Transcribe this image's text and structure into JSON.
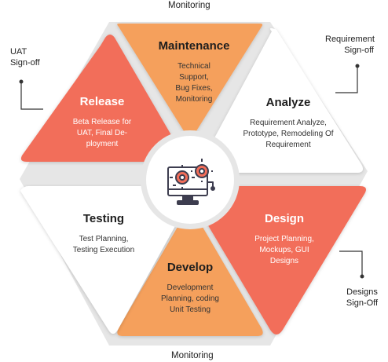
{
  "labels": {
    "monitoring_top": "Monitoring",
    "monitoring_bottom": "Monitoring",
    "uat_signoff": "UAT\nSign-off",
    "requirement_signoff": "Requirement\nSign-off",
    "designs_signoff": "Designs\nSign-Off"
  },
  "phases": {
    "maintenance": {
      "title": "Maintenance",
      "desc": "Technical\nSupport,\nBug Fixes,\nMonitoring"
    },
    "analyze": {
      "title": "Analyze",
      "desc": "Requirement Analyze,\nPrototype, Remodeling Of\nRequirement"
    },
    "design": {
      "title": "Design",
      "desc": "Project Planning,\nMockups, GUI\nDesigns"
    },
    "develop": {
      "title": "Develop",
      "desc": "Development\nPlanning, coding\nUnit Testing"
    },
    "testing": {
      "title": "Testing",
      "desc": "Test Planning,\nTesting Execution"
    },
    "release": {
      "title": "Release",
      "desc": "Beta Release for\nUAT, Final De-\nployment"
    }
  },
  "center_icon": "monitor-gears-icon",
  "colors": {
    "orange": "#f5a05b",
    "coral": "#f26e5a",
    "white": "#ffffff",
    "ring": "#e6e6e6",
    "icon_dark": "#3d3d4f",
    "icon_accent": "#f26e5a"
  }
}
